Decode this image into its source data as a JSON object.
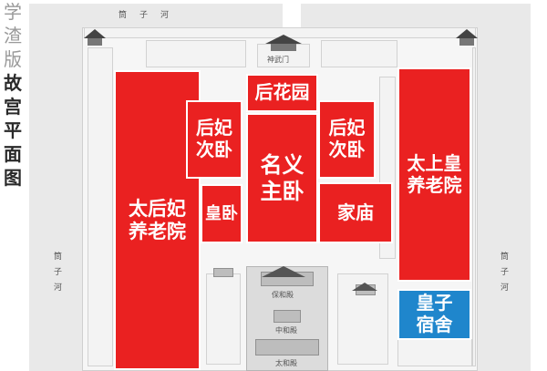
{
  "title": {
    "line1": "学",
    "line2": "渣",
    "line3": "版",
    "line4": "故",
    "line5": "宫",
    "line6": "平",
    "line7": "面",
    "line8": "图"
  },
  "map_labels": {
    "north_river": "筒子河",
    "east_river": "筒子河",
    "west_river": "筒子河",
    "north_gate": "神武门",
    "hall_baohe": "保和殿",
    "hall_zhonghe": "中和殿",
    "hall_taihe": "太和殿"
  },
  "zones": [
    {
      "id": "queen-mother-residence",
      "label": "太后妃\n养老院",
      "color": "#ea2121"
    },
    {
      "id": "imperial-garden",
      "label": "后花园",
      "color": "#ea2121"
    },
    {
      "id": "consort-bedroom-west",
      "label": "后妃\n次卧",
      "color": "#ea2121"
    },
    {
      "id": "master-bedroom",
      "label": "名义\n主卧",
      "color": "#ea2121"
    },
    {
      "id": "consort-bedroom-east",
      "label": "后妃\n次卧",
      "color": "#ea2121"
    },
    {
      "id": "emperor-bedroom",
      "label": "皇卧",
      "color": "#ea2121"
    },
    {
      "id": "family-temple",
      "label": "家庙",
      "color": "#ea2121"
    },
    {
      "id": "retired-emperor-residence",
      "label": "太上皇\n养老院",
      "color": "#ea2121"
    },
    {
      "id": "princes-dormitory",
      "label": "皇子\n宿舍",
      "color": "#1f86cc"
    }
  ],
  "icons": {
    "corner_tower": "corner-tower-icon",
    "gate_tower": "gate-tower-icon"
  }
}
